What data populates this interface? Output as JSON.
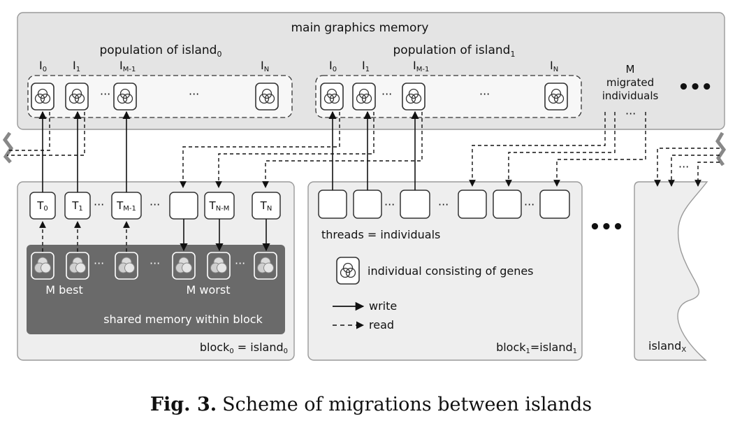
{
  "main_memory": {
    "title": "main graphics memory",
    "more": "•••",
    "island0": {
      "population": {
        "base": "population of island",
        "sub": "0"
      },
      "indices": [
        {
          "base": "I",
          "sub": "0"
        },
        {
          "base": "I",
          "sub": "1"
        },
        {
          "base": "I",
          "sub": "M-1"
        },
        {
          "base": "I",
          "sub": "N"
        }
      ]
    },
    "island1": {
      "population": {
        "base": "population of island",
        "sub": "1"
      },
      "indices": [
        {
          "base": "I",
          "sub": "0"
        },
        {
          "base": "I",
          "sub": "1"
        },
        {
          "base": "I",
          "sub": "M-1"
        },
        {
          "base": "I",
          "sub": "N"
        }
      ]
    },
    "migrated": {
      "line1": "M",
      "line2": "migrated",
      "line3": "individuals"
    }
  },
  "block0": {
    "threads": [
      {
        "base": "T",
        "sub": "0"
      },
      {
        "base": "T",
        "sub": "1"
      },
      {
        "base": "T",
        "sub": "M-1"
      },
      {
        "base": "",
        "sub": ""
      },
      {
        "base": "T",
        "sub": "N-M"
      },
      {
        "base": "T",
        "sub": "N"
      }
    ],
    "shared_label": "shared memory within block",
    "best_label": "M best",
    "worst_label": "M worst",
    "label": {
      "p1": "block",
      "s1": "0",
      "p2": " = island",
      "s2": "0"
    }
  },
  "block1": {
    "threads_label": "threads = individuals",
    "legend": {
      "individual": "individual consisting of genes",
      "write": "write",
      "read": "read"
    },
    "label": {
      "p1": "block",
      "s1": "1",
      "p2": "=island",
      "s2": "1"
    }
  },
  "islandx": {
    "label": {
      "base": "island",
      "sub": "X"
    }
  },
  "between_blocks_more": "•••",
  "ellipsis": "···",
  "caption": {
    "prefix": "Fig. 3.",
    "text": "Scheme of migrations between islands"
  }
}
